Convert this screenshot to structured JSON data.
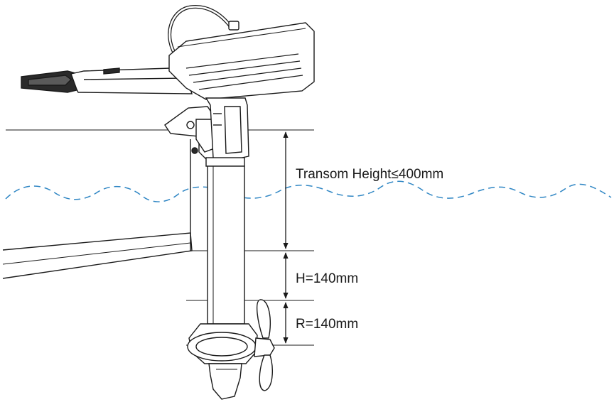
{
  "labels": {
    "transom_height": "Transom Height≤400mm",
    "h_depth": "H=140mm",
    "r_depth": "R=140mm"
  },
  "colors": {
    "line": "#1a1a1a",
    "water": "#2f86c4",
    "background": "#ffffff"
  }
}
